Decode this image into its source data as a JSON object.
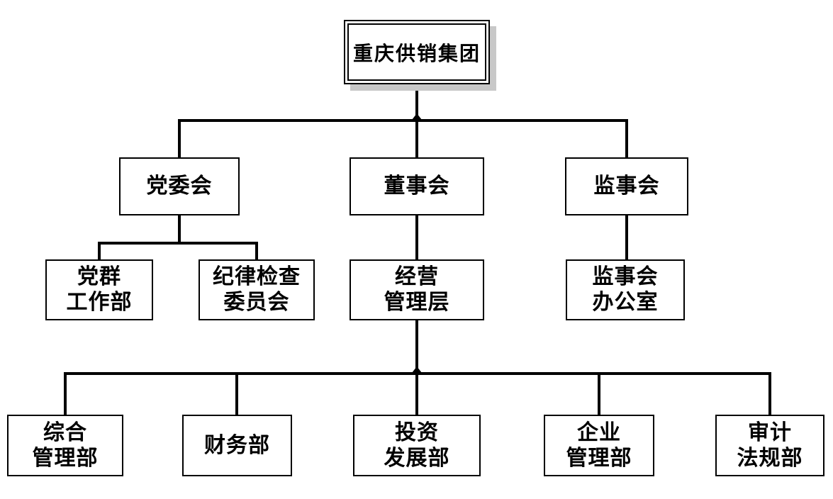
{
  "org": {
    "root": {
      "label": "重庆供销集团"
    },
    "level2": [
      {
        "label": "党委会"
      },
      {
        "label": "董事会"
      },
      {
        "label": "监事会"
      }
    ],
    "level3": [
      {
        "label": "党群\n工作部"
      },
      {
        "label": "纪律检查\n委员会"
      },
      {
        "label": "经营\n管理层"
      },
      {
        "label": "监事会\n办公室"
      }
    ],
    "level4": [
      {
        "label": "综合\n管理部"
      },
      {
        "label": "财务部"
      },
      {
        "label": "投资\n发展部"
      },
      {
        "label": "企业\n管理部"
      },
      {
        "label": "审计\n法规部"
      }
    ]
  },
  "colors": {
    "background": "#ffffff",
    "connector": "#000000",
    "box_border": "#000000",
    "box_fill": "#ffffff",
    "text": "#000000",
    "root_shadow": "#c8c8c8"
  }
}
